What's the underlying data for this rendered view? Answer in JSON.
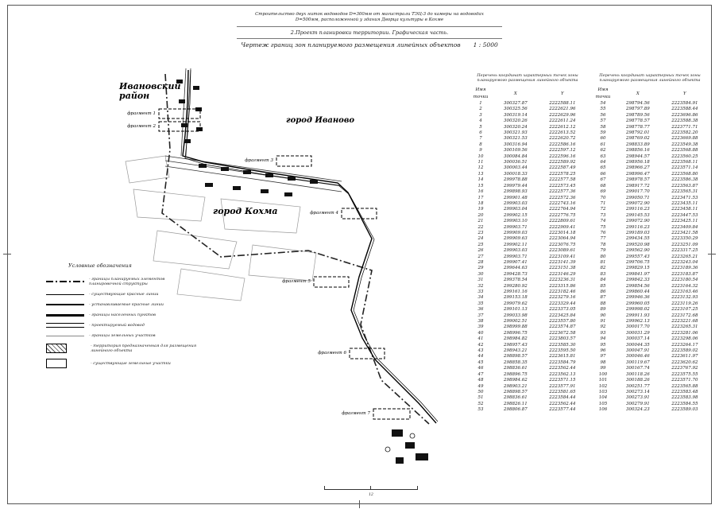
{
  "titles": {
    "project": "Строительство двух ниток водоводов D=300мм от магистрали ТЭЦ-3 до камеры на водоводах D=500мм, расположенной у здания Дворца культуры в Кохме",
    "section": "2.Проект планировки территории. Графическая часть.",
    "drawing": "Чертеж границ зон планируемого размещения линейных объектов",
    "scale": "1 : 5000"
  },
  "map": {
    "labels": {
      "district": "Ивановский район",
      "city_ivanovo": "город Иваново",
      "city_kohma": "город Кохма"
    },
    "fragments": [
      "фрагмент 1",
      "фрагмент 2",
      "фрагмент 3",
      "фрагмент 4",
      "фрагмент 5",
      "фрагмент 6",
      "фрагмент 7"
    ],
    "scale_bar_label": "12"
  },
  "legend": {
    "title": "Условные обозначения",
    "items": [
      "- границы планируемых элементов планировочной структуры",
      "- существующие красные линии",
      "- устанавливаемые красные линии",
      "- границы населенных пунктов",
      "- проектируемый водовод",
      "- границы земельных участков",
      "- территория предназначенная для размещения линейного объекта",
      "- существующие земельные участки"
    ]
  },
  "tables": {
    "left": {
      "title": "Перечень координат характерных точек зоны планируемого размещения линейного объекта",
      "columns": [
        "Имя точки",
        "X",
        "Y"
      ],
      "rows": [
        [
          "1",
          "300327.87",
          "2222588.11"
        ],
        [
          "2",
          "300325.56",
          "2222621.96"
        ],
        [
          "3",
          "300319.14",
          "2222629.96"
        ],
        [
          "4",
          "300320.26",
          "2222611.24"
        ],
        [
          "5",
          "300320.24",
          "2222612.12"
        ],
        [
          "6",
          "300321.93",
          "2222613.52"
        ],
        [
          "7",
          "300321.53",
          "2222620.72"
        ],
        [
          "8",
          "300316.94",
          "2222586.16"
        ],
        [
          "9",
          "300109.56",
          "2222597.12"
        ],
        [
          "10",
          "300084.84",
          "2222596.16"
        ],
        [
          "11",
          "300036.51",
          "2222589.92"
        ],
        [
          "12",
          "300003.44",
          "2222587.49"
        ],
        [
          "13",
          "300018.33",
          "2222578.25"
        ],
        [
          "14",
          "299978.88",
          "2222577.58"
        ],
        [
          "15",
          "299979.44",
          "2222573.45"
        ],
        [
          "16",
          "299898.93",
          "2222577.36"
        ],
        [
          "17",
          "299901.48",
          "2222572.36"
        ],
        [
          "18",
          "299903.03",
          "2222743.16"
        ],
        [
          "19",
          "299903.04",
          "2222764.94"
        ],
        [
          "20",
          "299902.15",
          "2222776.75"
        ],
        [
          "21",
          "299903.10",
          "2222809.61"
        ],
        [
          "22",
          "299903.71",
          "2222909.41"
        ],
        [
          "23",
          "299909.03",
          "2223014.18"
        ],
        [
          "24",
          "299909.63",
          "2223064.94"
        ],
        [
          "25",
          "299902.11",
          "2223076.75"
        ],
        [
          "26",
          "299903.03",
          "2223089.61"
        ],
        [
          "27",
          "299903.71",
          "2223109.41"
        ],
        [
          "28",
          "299907.41",
          "2223141.39"
        ],
        [
          "29",
          "299644.63",
          "2223151.38"
        ],
        [
          "30",
          "299428.73",
          "2223146.29"
        ],
        [
          "31",
          "299378.54",
          "2223236.31"
        ],
        [
          "32",
          "299280.92",
          "2223315.86"
        ],
        [
          "33",
          "299161.16",
          "2223182.46"
        ],
        [
          "34",
          "299153.18",
          "2223279.16"
        ],
        [
          "35",
          "299079.62",
          "2223329.44"
        ],
        [
          "36",
          "299101.13",
          "2223373.05"
        ],
        [
          "37",
          "299033.98",
          "2223425.84"
        ],
        [
          "38",
          "299002.51",
          "2223557.80"
        ],
        [
          "39",
          "298999.88",
          "2223574.87"
        ],
        [
          "40",
          "298996.75",
          "2223672.58"
        ],
        [
          "41",
          "298984.82",
          "2223803.57"
        ],
        [
          "42",
          "298957.43",
          "2223585.30"
        ],
        [
          "43",
          "298943.21",
          "2223595.50"
        ],
        [
          "44",
          "298898.57",
          "2223615.81"
        ],
        [
          "45",
          "298858.35",
          "2223584.79"
        ],
        [
          "46",
          "298836.61",
          "2223562.44"
        ],
        [
          "47",
          "298896.75",
          "2223562.13"
        ],
        [
          "48",
          "298984.62",
          "2223571.15"
        ],
        [
          "49",
          "298903.21",
          "2223577.91"
        ],
        [
          "50",
          "298898.57",
          "2223581.65"
        ],
        [
          "51",
          "298836.61",
          "2223584.44"
        ],
        [
          "52",
          "298826.11",
          "2223562.44"
        ],
        [
          "53",
          "298806.87",
          "2223577.44"
        ]
      ]
    },
    "right": {
      "title": "Перечень координат характерных точек зоны планируемого размещения линейного объекта",
      "columns": [
        "Имя точки",
        "X",
        "Y"
      ],
      "rows": [
        [
          "54",
          "298794.56",
          "2223584.91"
        ],
        [
          "55",
          "298797.89",
          "2223588.44"
        ],
        [
          "56",
          "298789.56",
          "2223696.86"
        ],
        [
          "57",
          "298778.57",
          "2223588.38"
        ],
        [
          "58",
          "298778.77",
          "2223771.71"
        ],
        [
          "59",
          "298792.01",
          "2223582.20"
        ],
        [
          "60",
          "298769.02",
          "2223669.88"
        ],
        [
          "61",
          "298833.89",
          "2223549.38"
        ],
        [
          "62",
          "298856.16",
          "2223568.88"
        ],
        [
          "63",
          "298944.57",
          "2223560.25"
        ],
        [
          "64",
          "298956.18",
          "2223568.11"
        ],
        [
          "65",
          "298966.27",
          "2223571.14"
        ],
        [
          "66",
          "298996.47",
          "2223568.80"
        ],
        [
          "67",
          "298978.57",
          "2223586.38"
        ],
        [
          "68",
          "298917.72",
          "2223563.87"
        ],
        [
          "69",
          "299017.70",
          "2223565.31"
        ],
        [
          "70",
          "299050.71",
          "2223471.53"
        ],
        [
          "71",
          "299072.90",
          "2223435.11"
        ],
        [
          "72",
          "299116.23",
          "2223458.11"
        ],
        [
          "73",
          "299145.53",
          "2223447.53"
        ],
        [
          "74",
          "299072.90",
          "2223425.11"
        ],
        [
          "75",
          "299116.23",
          "2223409.84"
        ],
        [
          "76",
          "299189.03",
          "2223421.58"
        ],
        [
          "77",
          "299434.55",
          "2223350.29"
        ],
        [
          "78",
          "299520.98",
          "2223251.09"
        ],
        [
          "79",
          "299562.90",
          "2223317.25"
        ],
        [
          "80",
          "299557.43",
          "2223265.21"
        ],
        [
          "81",
          "299706.75",
          "2223243.04"
        ],
        [
          "82",
          "299829.15",
          "2223189.36"
        ],
        [
          "83",
          "299841.97",
          "2223183.87"
        ],
        [
          "84",
          "299842.33",
          "2223180.54"
        ],
        [
          "85",
          "299854.56",
          "2223164.32"
        ],
        [
          "86",
          "299860.44",
          "2223163.46"
        ],
        [
          "87",
          "299946.36",
          "2223132.93"
        ],
        [
          "88",
          "299960.05",
          "2223119.26"
        ],
        [
          "89",
          "299998.02",
          "2223107.25"
        ],
        [
          "90",
          "299911.93",
          "2223172.68"
        ],
        [
          "91",
          "299962.13",
          "2223221.68"
        ],
        [
          "92",
          "300017.70",
          "2223265.31"
        ],
        [
          "93",
          "300031.29",
          "2223281.06"
        ],
        [
          "94",
          "300037.14",
          "2223298.06"
        ],
        [
          "95",
          "300044.35",
          "2223264.17"
        ],
        [
          "96",
          "300047.91",
          "2223589.02"
        ],
        [
          "97",
          "300046.46",
          "2223611.97"
        ],
        [
          "98",
          "300119.67",
          "2223620.62"
        ],
        [
          "99",
          "300167.74",
          "2223767.92"
        ],
        [
          "100",
          "300118.26",
          "2223575.55"
        ],
        [
          "101",
          "300188.26",
          "2223571.70"
        ],
        [
          "102",
          "300251.77",
          "2223565.88"
        ],
        [
          "103",
          "300273.14",
          "2223583.48"
        ],
        [
          "104",
          "300273.91",
          "2223583.98"
        ],
        [
          "105",
          "300279.91",
          "2223584.55"
        ],
        [
          "106",
          "300324.23",
          "2223589.03"
        ]
      ]
    }
  }
}
